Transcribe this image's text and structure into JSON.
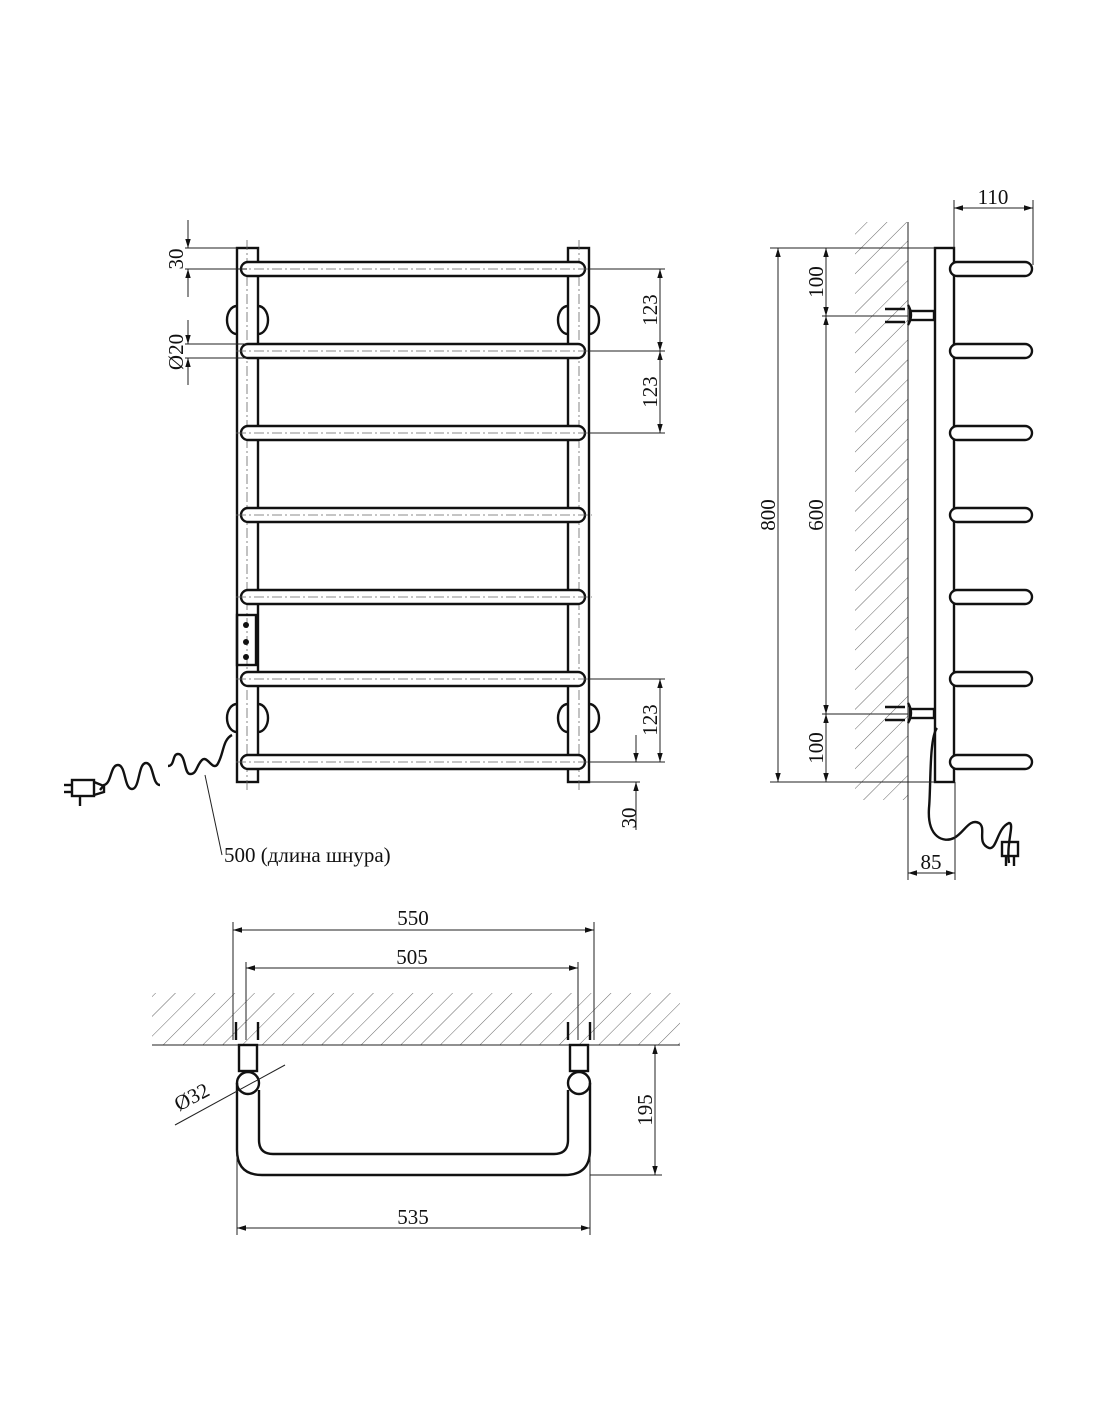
{
  "front_view": {
    "dim_top_offset": "30",
    "dim_bar_diameter": "Ø20",
    "dim_spacing_1": "123",
    "dim_spacing_2": "123",
    "dim_spacing_bottom": "123",
    "dim_bottom_offset": "30",
    "cord_label": "500 (длина шнура)"
  },
  "side_view": {
    "dim_depth": "110",
    "dim_height": "800",
    "dim_top_mount": "100",
    "dim_mount_spacing": "600",
    "dim_bottom_mount": "100",
    "dim_wall_offset": "85"
  },
  "top_view": {
    "dim_overall_width": "550",
    "dim_mount_width": "505",
    "dim_pipe_diameter": "Ø32",
    "dim_projection": "195",
    "dim_bottom_width": "535"
  }
}
